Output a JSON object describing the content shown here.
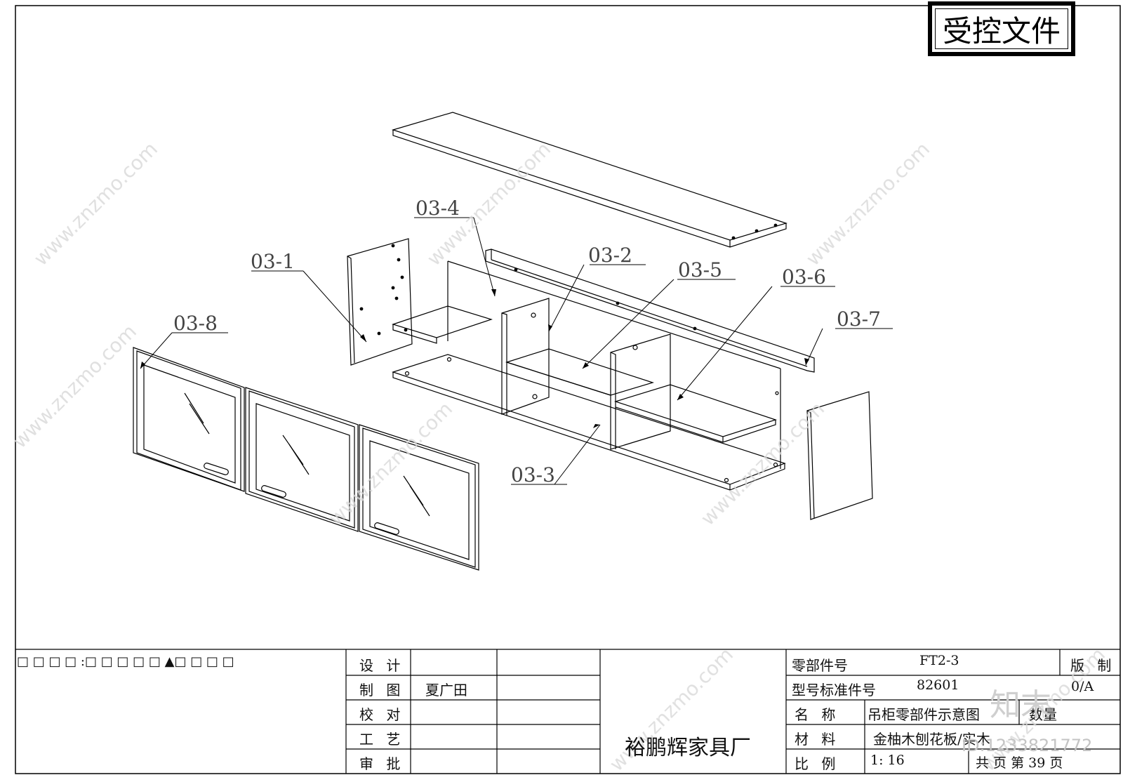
{
  "stamp": {
    "text": "受控文件"
  },
  "parts": [
    "03-1",
    "03-2",
    "03-3",
    "03-4",
    "03-5",
    "03-6",
    "03-7",
    "03-8"
  ],
  "title_block": {
    "note": "□ □ □ □ :□ □ □ □ □ ▲□ □ □ □",
    "roles": [
      "设 计",
      "制 图",
      "校 对",
      "工 艺",
      "审 批"
    ],
    "drafter": "夏广田",
    "company": "裕鹏辉家具厂",
    "part_no_label": "零部件号",
    "part_no": "FT2-3",
    "model_label": "型号标准件号",
    "model": "82601",
    "name_label": "名 称",
    "name": "吊柜零部件示意图",
    "material_label": "材 料",
    "material": "金柚木刨花板/实木",
    "scale_label": "比 例",
    "scale": "1: 16",
    "qty_label": "数量",
    "version_label": "版 制",
    "version": "0/A",
    "pages": "共   页 第  39  页"
  },
  "watermark": {
    "site": "www.znzmo.com",
    "brand": "知末",
    "id": "ID:1233821772"
  }
}
